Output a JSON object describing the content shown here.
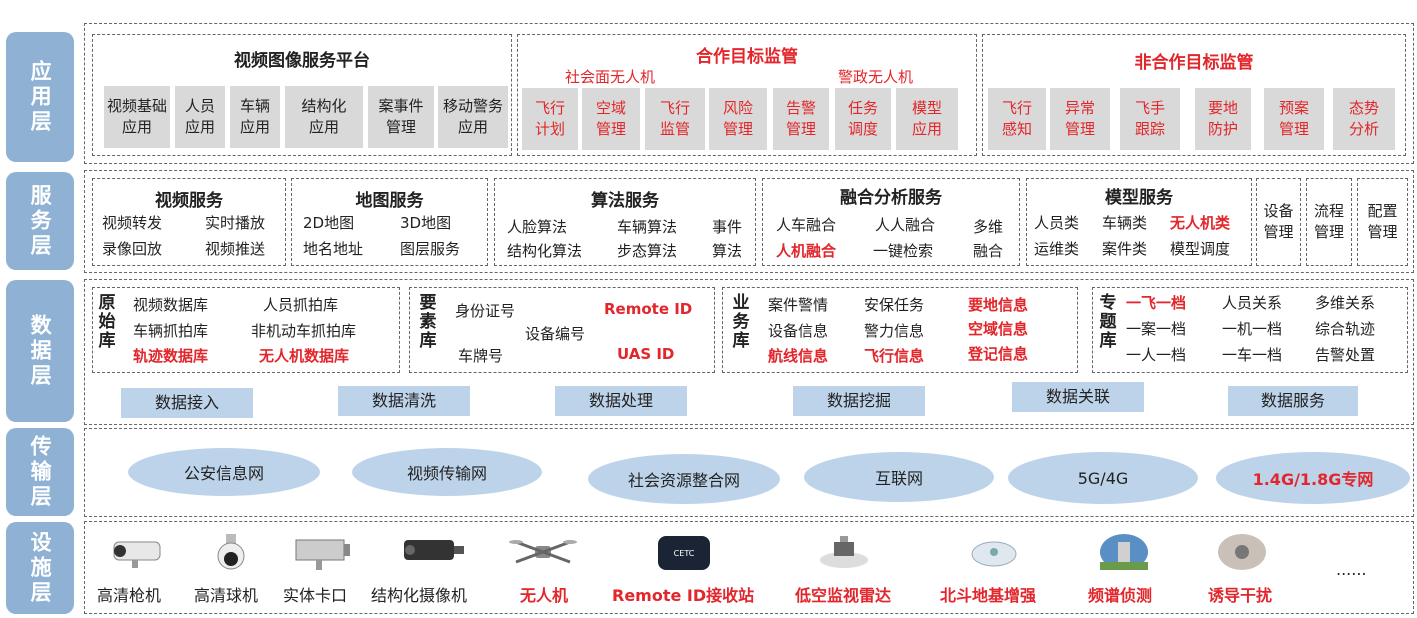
{
  "layers": {
    "app": "应用层",
    "service": "服务层",
    "data": "数据层",
    "transport": "传输层",
    "infra": "设施层"
  },
  "app": {
    "video_platform": {
      "title": "视频图像服务平台",
      "items": [
        "视频基础\n应用",
        "人员\n应用",
        "车辆\n应用",
        "结构化\n应用",
        "案事件\n管理",
        "移动警务\n应用"
      ]
    },
    "coop": {
      "title": "合作目标监管",
      "sub_left": "社会面无人机",
      "sub_right": "警政无人机",
      "items": [
        "飞行\n计划",
        "空域\n管理",
        "飞行\n监管",
        "风险\n管理",
        "告警\n管理",
        "任务\n调度",
        "模型\n应用"
      ]
    },
    "noncoop": {
      "title": "非合作目标监管",
      "items": [
        "飞行\n感知",
        "异常\n管理",
        "飞手\n跟踪",
        "要地\n防护",
        "预案\n管理",
        "态势\n分析"
      ]
    }
  },
  "service": {
    "video": {
      "title": "视频服务",
      "items": [
        "视频转发",
        "实时播放",
        "录像回放",
        "视频推送"
      ]
    },
    "map": {
      "title": "地图服务",
      "items": [
        "2D地图",
        "3D地图",
        "地名地址",
        "图层服务"
      ]
    },
    "algo": {
      "title": "算法服务",
      "items": [
        "人脸算法",
        "车辆算法",
        "事件",
        "结构化算法",
        "步态算法",
        "算法"
      ]
    },
    "fusion": {
      "title": "融合分析服务",
      "items": [
        "人车融合",
        "人人融合",
        "多维",
        "人机融合",
        "一键检索",
        "融合"
      ]
    },
    "model": {
      "title": "模型服务",
      "items": [
        "人员类",
        "车辆类",
        "无人机类",
        "运维类",
        "案件类",
        "模型调度"
      ]
    },
    "device": "设备\n管理",
    "flow": "流程\n管理",
    "config": "配置\n管理"
  },
  "data": {
    "raw": {
      "label": "原\n始\n库",
      "items": [
        "视频数据库",
        "人员抓拍库",
        "车辆抓拍库",
        "非机动车抓拍库",
        "轨迹数据库",
        "无人机数据库"
      ]
    },
    "element": {
      "label": "要\n素\n库",
      "items": [
        "身份证号",
        "Remote ID",
        "设备编号",
        "车牌号",
        "UAS ID"
      ]
    },
    "business": {
      "label": "业\n务\n库",
      "items": [
        "案件警情",
        "安保任务",
        "要地信息",
        "设备信息",
        "警力信息",
        "空域信息",
        "航线信息",
        "飞行信息",
        "登记信息"
      ]
    },
    "topic": {
      "label": "专\n题\n库",
      "items": [
        "一飞一档",
        "人员关系",
        "多维关系",
        "一案一档",
        "一机一档",
        "综合轨迹",
        "一人一档",
        "一车一档",
        "告警处置"
      ]
    },
    "processes": [
      "数据接入",
      "数据清洗",
      "数据处理",
      "数据挖掘",
      "数据关联",
      "数据服务"
    ]
  },
  "transport": {
    "networks": [
      "公安信息网",
      "视频传输网",
      "社会资源整合网",
      "互联网",
      "5G/4G",
      "1.4G/1.8G专网"
    ]
  },
  "infra": {
    "devices": [
      "高清枪机",
      "高清球机",
      "实体卡口",
      "结构化摄像机",
      "无人机",
      "Remote ID接收站",
      "低空监视雷达",
      "北斗地基增强",
      "频谱侦测",
      "诱导干扰"
    ],
    "more": "......"
  },
  "colors": {
    "accent_red": "#e2262b",
    "layer_blue": "#8eb1d4",
    "bubble_blue": "#bdd3ea",
    "box_gray": "#d9d9d9"
  }
}
